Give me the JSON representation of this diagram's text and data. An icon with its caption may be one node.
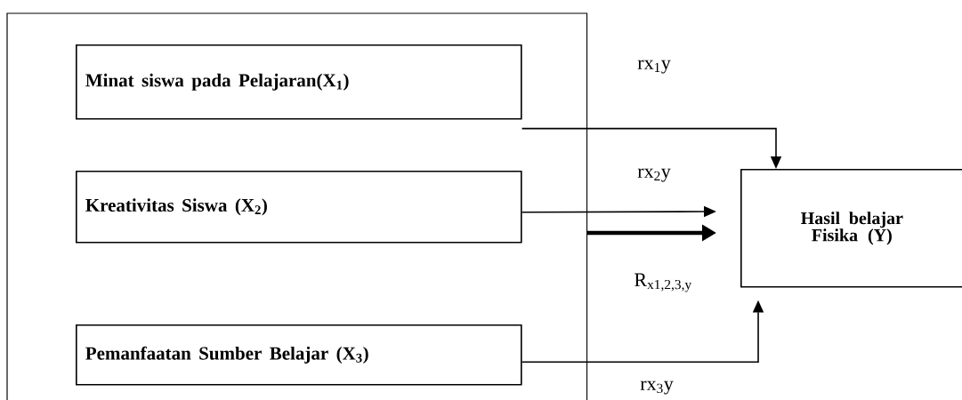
{
  "diagram": {
    "nodes": [
      {
        "text": [],
        "shape": "box"
      },
      {
        "text": [
          "Minat siswa pada Pelajaran(X$_{1}$)"
        ],
        "in": 0
      },
      {
        "text": [
          "Kreativitas Siswa (X$_{2}$)"
        ],
        "in": 0
      },
      {
        "text": [
          "Pemanfaatan Sumber Belajar (X$_{3}$)"
        ],
        "in": 0
      },
      {
        "text": [
          "Hasil belajar Fisika  (Y)"
        ]
      }
    ],
    "edges": [
      {
        "from": 1,
        "to": 4,
        "arrow": "to"
      },
      {
        "from": 2,
        "to": 4,
        "arrow": "to"
      },
      {
        "from": 0,
        "to": 4,
        "arrow": "to",
        "style": "thick"
      },
      {
        "from": 3,
        "to": 4,
        "arrow": "to"
      }
    ],
    "labels": [
      "rx$_{1}$y",
      "rx$_{2}$y",
      "R$_{x1,2,3,y}$",
      "rx$_{3}$y"
    ]
  }
}
